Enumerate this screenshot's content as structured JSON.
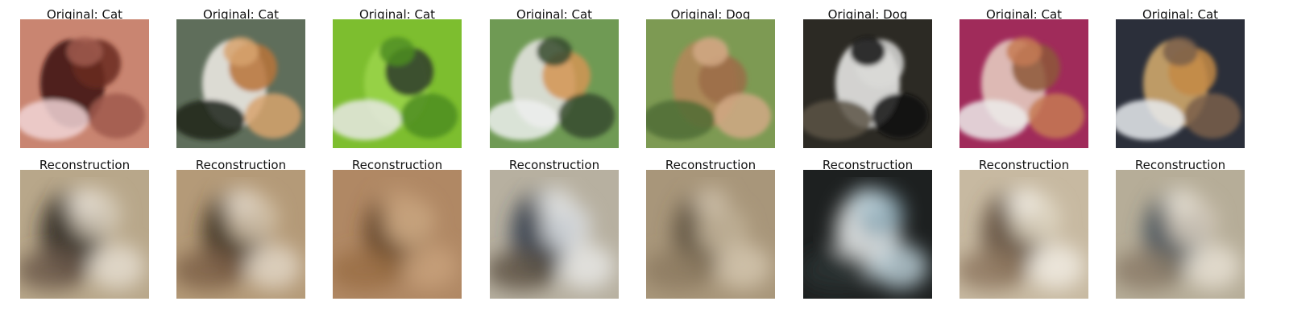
{
  "figure": {
    "originals": [
      {
        "label": "Original: Cat",
        "colors": {
          "base": "#c98571",
          "a": "#3b0b09",
          "b": "#6a2a22",
          "c": "#f1d5d6",
          "d": "#a05b4e"
        }
      },
      {
        "label": "Original: Cat",
        "colors": {
          "base": "#5f6e5b",
          "a": "#f2eee9",
          "b": "#b8743a",
          "c": "#1d2319",
          "d": "#d7a36d"
        }
      },
      {
        "label": "Original: Cat",
        "colors": {
          "base": "#7dbe2f",
          "a": "#9bd54a",
          "b": "#2e3a2b",
          "c": "#e8e9e4",
          "d": "#4d8d20"
        }
      },
      {
        "label": "Original: Cat",
        "colors": {
          "base": "#6f9a54",
          "a": "#e9e6e5",
          "b": "#d39554",
          "c": "#edf0ef",
          "d": "#364b2f"
        }
      },
      {
        "label": "Original: Dog",
        "colors": {
          "base": "#7d9a53",
          "a": "#b5865a",
          "b": "#9b6c48",
          "c": "#4f6c35",
          "d": "#d2a985"
        }
      },
      {
        "label": "Original: Dog",
        "colors": {
          "base": "#2c2a24",
          "a": "#f0f0ef",
          "b": "#d9d9d7",
          "c": "#5c5347",
          "d": "#111"
        }
      },
      {
        "label": "Original: Cat",
        "colors": {
          "base": "#a02b5a",
          "a": "#e7d2c4",
          "b": "#8d5738",
          "c": "#ecebea",
          "d": "#c67a53"
        }
      },
      {
        "label": "Original: Cat",
        "colors": {
          "base": "#2b2f3a",
          "a": "#d7ae6e",
          "b": "#c48a45",
          "c": "#e8ebef",
          "d": "#7a5f4a"
        }
      }
    ],
    "reconstructions": [
      {
        "label": "Reconstruction",
        "colors": {
          "base": "#b8a78a",
          "a": "#2a2522",
          "b": "#d8cfbd",
          "c": "#6c5b4a",
          "d": "#e5ddd0"
        }
      },
      {
        "label": "Reconstruction",
        "colors": {
          "base": "#b49a78",
          "a": "#3a2d22",
          "b": "#d9cab2",
          "c": "#7e6048",
          "d": "#e2d6c5"
        }
      },
      {
        "label": "Reconstruction",
        "colors": {
          "base": "#b08864",
          "a": "#5e3f26",
          "b": "#d3b08a",
          "c": "#9a6f47",
          "d": "#c8a17b"
        }
      },
      {
        "label": "Reconstruction",
        "colors": {
          "base": "#b7b0a0",
          "a": "#2d3a4a",
          "b": "#dfe3e6",
          "c": "#5f5447",
          "d": "#e8e8e5"
        }
      },
      {
        "label": "Reconstruction",
        "colors": {
          "base": "#a8967a",
          "a": "#5d5140",
          "b": "#c8b89d",
          "c": "#8d7b62",
          "d": "#d3c5ae"
        }
      },
      {
        "label": "Reconstruction",
        "colors": {
          "base": "#1d2020",
          "a": "#f1f4f4",
          "b": "#8aa7b4",
          "c": "#2c3434",
          "d": "#b7cbd3"
        }
      },
      {
        "label": "Reconstruction",
        "colors": {
          "base": "#c7b9a1",
          "a": "#5f4e3c",
          "b": "#e3dac8",
          "c": "#8f7860",
          "d": "#f1ece3"
        }
      },
      {
        "label": "Reconstruction",
        "colors": {
          "base": "#b6ad98",
          "a": "#43505b",
          "b": "#d9cfbf",
          "c": "#8b7b67",
          "d": "#e7e0d3"
        }
      }
    ]
  }
}
